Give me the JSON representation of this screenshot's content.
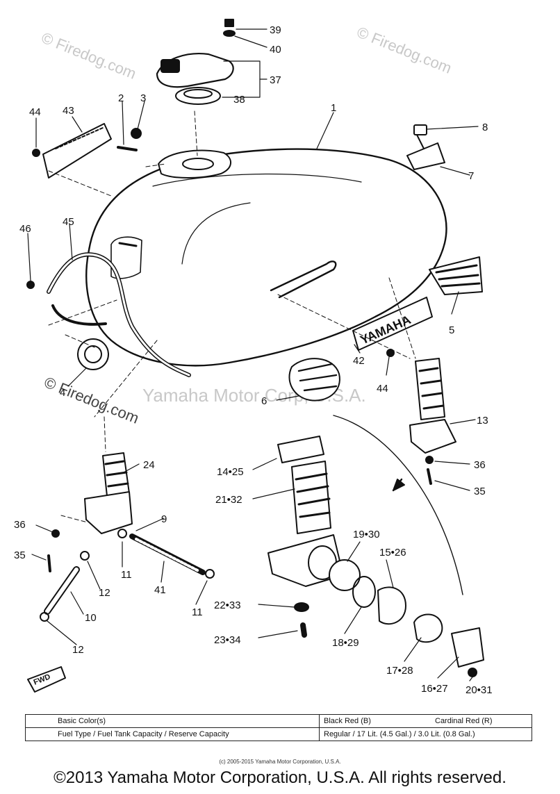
{
  "watermarks": {
    "firedog_top_left": "© Firedog.com",
    "firedog_top_right": "© Firedog.com",
    "firedog_mid_left": "© Firedog.com",
    "center": "Yamaha Motor Corp, U.S.A."
  },
  "callouts": {
    "c39": "39",
    "c40": "40",
    "c37": "37",
    "c38": "38",
    "c2": "2",
    "c3": "3",
    "c43": "43",
    "c44a": "44",
    "c1": "1",
    "c8": "8",
    "c7": "7",
    "c46": "46",
    "c45": "45",
    "c5": "5",
    "c42": "42",
    "c44b": "44",
    "c6": "6",
    "c4": "4",
    "c13": "13",
    "c36a": "36",
    "c35a": "35",
    "c24": "24",
    "c14_25": "14•25",
    "c21_32": "21•32",
    "c19_30": "19•30",
    "c15_26": "15•26",
    "c36b": "36",
    "c35b": "35",
    "c9": "9",
    "c11a": "11",
    "c12a": "12",
    "c41": "41",
    "c11b": "11",
    "c10": "10",
    "c12b": "12",
    "c22_33": "22•33",
    "c23_34": "23•34",
    "c18_29": "18•29",
    "c17_28": "17•28",
    "c16_27": "16•27",
    "c20_31": "20•31",
    "emblem": "YAMAHA",
    "fwd": "FWD"
  },
  "table": {
    "row1_label": "Basic Color(s)",
    "row1_v1": "Black Red (B)",
    "row1_v2": "Cardinal Red (R)",
    "row2_label": "Fuel Type / Fuel Tank Capacity / Reserve Capacity",
    "row2_value": "Regular / 17 Lit. (4.5 Gal.) / 3.0 Lit. (0.8 Gal.)"
  },
  "footer": {
    "small": "(c) 2005-2015 Yamaha Motor Corporation, U.S.A.",
    "large": "©2013 Yamaha Motor Corporation, U.S.A. All rights reserved."
  }
}
